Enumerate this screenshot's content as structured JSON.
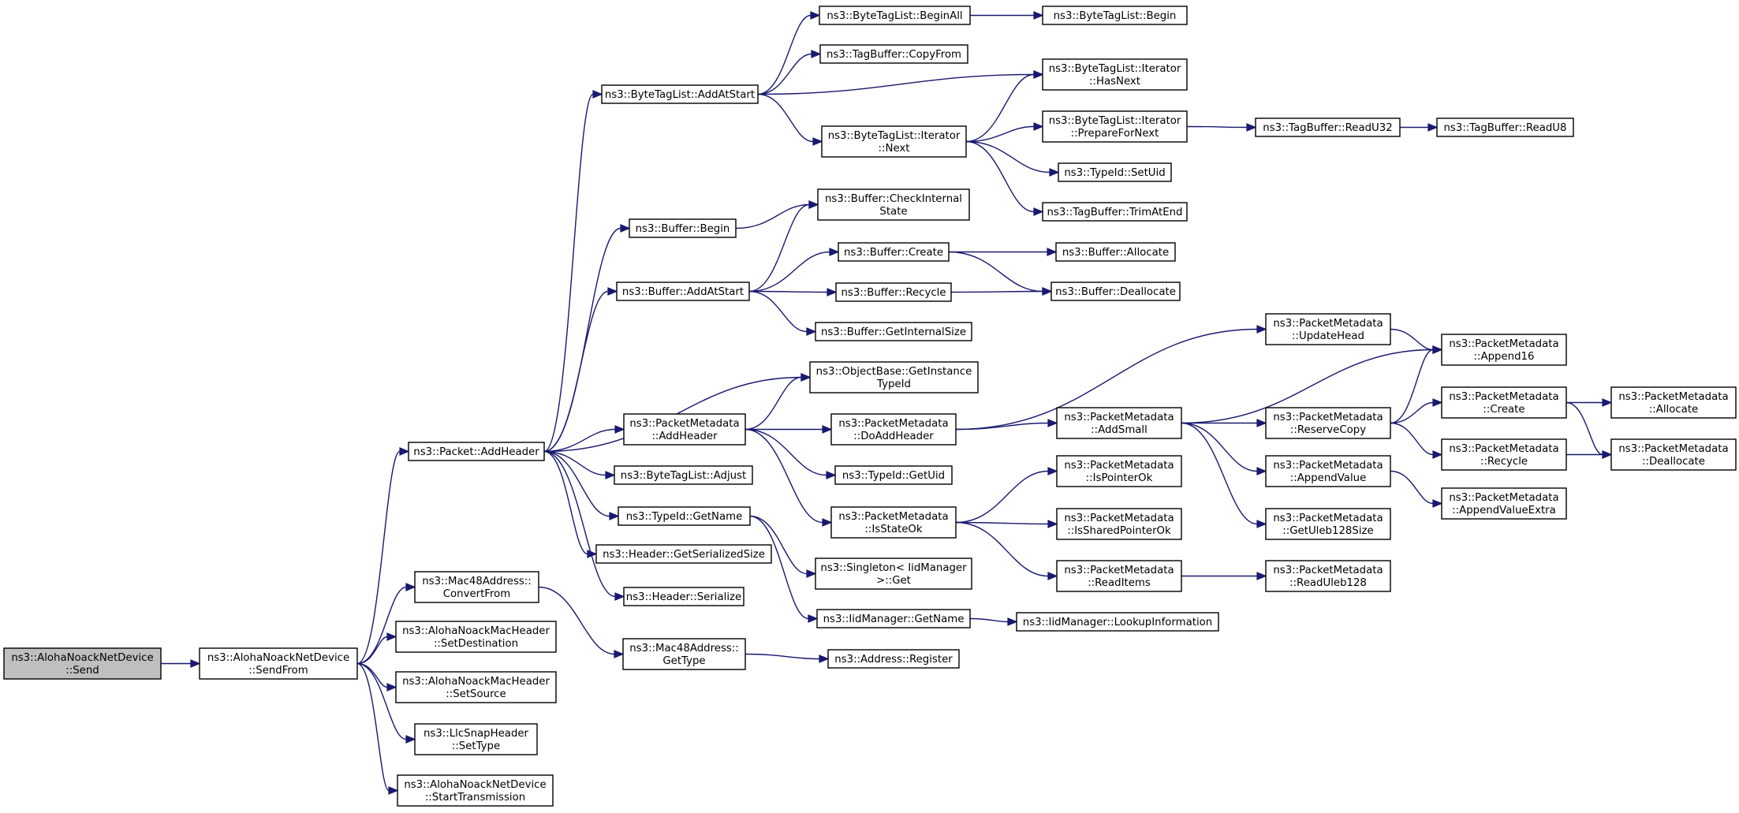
{
  "diagram": {
    "root": "send",
    "nodes": [
      {
        "id": "send",
        "lines": [
          "ns3::AlohaNoackNetDevice",
          "::Send"
        ],
        "root": true
      },
      {
        "id": "sendfrom",
        "lines": [
          "ns3::AlohaNoackNetDevice",
          "::SendFrom"
        ]
      },
      {
        "id": "addheader",
        "lines": [
          "ns3::Packet::AddHeader"
        ]
      },
      {
        "id": "convertfrom",
        "lines": [
          "ns3::Mac48Address::",
          "ConvertFrom"
        ]
      },
      {
        "id": "setdest",
        "lines": [
          "ns3::AlohaNoackMacHeader",
          "::SetDestination"
        ]
      },
      {
        "id": "setsource",
        "lines": [
          "ns3::AlohaNoackMacHeader",
          "::SetSource"
        ]
      },
      {
        "id": "settype",
        "lines": [
          "ns3::LlcSnapHeader",
          "::SetType"
        ]
      },
      {
        "id": "starttx",
        "lines": [
          "ns3::AlohaNoackNetDevice",
          "::StartTransmission"
        ]
      },
      {
        "id": "btl_addatstart",
        "lines": [
          "ns3::ByteTagList::AddAtStart"
        ]
      },
      {
        "id": "buf_begin",
        "lines": [
          "ns3::Buffer::Begin"
        ]
      },
      {
        "id": "buf_addatstart",
        "lines": [
          "ns3::Buffer::AddAtStart"
        ]
      },
      {
        "id": "pm_addheader",
        "lines": [
          "ns3::PacketMetadata",
          "::AddHeader"
        ]
      },
      {
        "id": "btl_adjust",
        "lines": [
          "ns3::ByteTagList::Adjust"
        ]
      },
      {
        "id": "typeid_getname",
        "lines": [
          "ns3::TypeId::GetName"
        ]
      },
      {
        "id": "hdr_getsersize",
        "lines": [
          "ns3::Header::GetSerializedSize"
        ]
      },
      {
        "id": "hdr_serialize",
        "lines": [
          "ns3::Header::Serialize"
        ]
      },
      {
        "id": "mac_gettype",
        "lines": [
          "ns3::Mac48Address::",
          "GetType"
        ]
      },
      {
        "id": "btl_beginall",
        "lines": [
          "ns3::ByteTagList::BeginAll"
        ]
      },
      {
        "id": "tb_copyfrom",
        "lines": [
          "ns3::TagBuffer::CopyFrom"
        ]
      },
      {
        "id": "btl_it_next",
        "lines": [
          "ns3::ByteTagList::Iterator",
          "::Next"
        ]
      },
      {
        "id": "buf_checkstate",
        "lines": [
          "ns3::Buffer::CheckInternal",
          "State"
        ]
      },
      {
        "id": "buf_create",
        "lines": [
          "ns3::Buffer::Create"
        ]
      },
      {
        "id": "buf_recycle",
        "lines": [
          "ns3::Buffer::Recycle"
        ]
      },
      {
        "id": "buf_getintsize",
        "lines": [
          "ns3::Buffer::GetInternalSize"
        ]
      },
      {
        "id": "ob_getinsttypeid",
        "lines": [
          "ns3::ObjectBase::GetInstance",
          "TypeId"
        ]
      },
      {
        "id": "pm_doaddheader",
        "lines": [
          "ns3::PacketMetadata",
          "::DoAddHeader"
        ]
      },
      {
        "id": "typeid_getuid",
        "lines": [
          "ns3::TypeId::GetUid"
        ]
      },
      {
        "id": "pm_isstateok",
        "lines": [
          "ns3::PacketMetadata",
          "::IsStateOk"
        ]
      },
      {
        "id": "singleton_get",
        "lines": [
          "ns3::Singleton< IidManager",
          " >::Get"
        ]
      },
      {
        "id": "iid_getname",
        "lines": [
          "ns3::IidManager::GetName"
        ]
      },
      {
        "id": "addr_register",
        "lines": [
          "ns3::Address::Register"
        ]
      },
      {
        "id": "btl_begin",
        "lines": [
          "ns3::ByteTagList::Begin"
        ]
      },
      {
        "id": "btl_it_hasnext",
        "lines": [
          "ns3::ByteTagList::Iterator",
          "::HasNext"
        ]
      },
      {
        "id": "btl_it_prepare",
        "lines": [
          "ns3::ByteTagList::Iterator",
          "::PrepareForNext"
        ]
      },
      {
        "id": "typeid_setuid",
        "lines": [
          "ns3::TypeId::SetUid"
        ]
      },
      {
        "id": "tb_trimatend",
        "lines": [
          "ns3::TagBuffer::TrimAtEnd"
        ]
      },
      {
        "id": "buf_allocate",
        "lines": [
          "ns3::Buffer::Allocate"
        ]
      },
      {
        "id": "buf_deallocate",
        "lines": [
          "ns3::Buffer::Deallocate"
        ]
      },
      {
        "id": "pm_updatehead",
        "lines": [
          "ns3::PacketMetadata",
          "::UpdateHead"
        ]
      },
      {
        "id": "pm_addsmall",
        "lines": [
          "ns3::PacketMetadata",
          "::AddSmall"
        ]
      },
      {
        "id": "pm_ispointerok",
        "lines": [
          "ns3::PacketMetadata",
          "::IsPointerOk"
        ]
      },
      {
        "id": "pm_issharedptrok",
        "lines": [
          "ns3::PacketMetadata",
          "::IsSharedPointerOk"
        ]
      },
      {
        "id": "pm_readitems",
        "lines": [
          "ns3::PacketMetadata",
          "::ReadItems"
        ]
      },
      {
        "id": "iid_lookupinfo",
        "lines": [
          "ns3::IidManager::LookupInformation"
        ]
      },
      {
        "id": "tb_readu32",
        "lines": [
          "ns3::TagBuffer::ReadU32"
        ]
      },
      {
        "id": "tb_readu8",
        "lines": [
          "ns3::TagBuffer::ReadU8"
        ]
      },
      {
        "id": "pm_reservecopy",
        "lines": [
          "ns3::PacketMetadata",
          "::ReserveCopy"
        ]
      },
      {
        "id": "pm_appendvalue",
        "lines": [
          "ns3::PacketMetadata",
          "::AppendValue"
        ]
      },
      {
        "id": "pm_getuleb128size",
        "lines": [
          "ns3::PacketMetadata",
          "::GetUleb128Size"
        ]
      },
      {
        "id": "pm_readuleb128",
        "lines": [
          "ns3::PacketMetadata",
          "::ReadUleb128"
        ]
      },
      {
        "id": "pm_append16",
        "lines": [
          "ns3::PacketMetadata",
          "::Append16"
        ]
      },
      {
        "id": "pm_create",
        "lines": [
          "ns3::PacketMetadata",
          "::Create"
        ]
      },
      {
        "id": "pm_recycle",
        "lines": [
          "ns3::PacketMetadata",
          "::Recycle"
        ]
      },
      {
        "id": "pm_appendvalueextra",
        "lines": [
          "ns3::PacketMetadata",
          "::AppendValueExtra"
        ]
      },
      {
        "id": "pm_allocate",
        "lines": [
          "ns3::PacketMetadata",
          "::Allocate"
        ]
      },
      {
        "id": "pm_deallocate",
        "lines": [
          "ns3::PacketMetadata",
          "::Deallocate"
        ]
      }
    ],
    "edges": [
      [
        "send",
        "sendfrom"
      ],
      [
        "sendfrom",
        "addheader"
      ],
      [
        "sendfrom",
        "convertfrom"
      ],
      [
        "sendfrom",
        "setdest"
      ],
      [
        "sendfrom",
        "setsource"
      ],
      [
        "sendfrom",
        "settype"
      ],
      [
        "sendfrom",
        "starttx"
      ],
      [
        "convertfrom",
        "mac_gettype"
      ],
      [
        "mac_gettype",
        "addr_register"
      ],
      [
        "addheader",
        "btl_addatstart"
      ],
      [
        "addheader",
        "buf_begin"
      ],
      [
        "addheader",
        "buf_addatstart"
      ],
      [
        "addheader",
        "ob_getinsttypeid"
      ],
      [
        "addheader",
        "pm_addheader"
      ],
      [
        "addheader",
        "btl_adjust"
      ],
      [
        "addheader",
        "typeid_getname"
      ],
      [
        "addheader",
        "hdr_getsersize"
      ],
      [
        "addheader",
        "hdr_serialize"
      ],
      [
        "btl_addatstart",
        "btl_beginall"
      ],
      [
        "btl_addatstart",
        "tb_copyfrom"
      ],
      [
        "btl_addatstart",
        "btl_it_hasnext"
      ],
      [
        "btl_addatstart",
        "btl_it_next"
      ],
      [
        "btl_beginall",
        "btl_begin"
      ],
      [
        "btl_it_next",
        "btl_it_hasnext"
      ],
      [
        "btl_it_next",
        "btl_it_prepare"
      ],
      [
        "btl_it_next",
        "typeid_setuid"
      ],
      [
        "btl_it_next",
        "tb_trimatend"
      ],
      [
        "btl_it_prepare",
        "tb_readu32"
      ],
      [
        "tb_readu32",
        "tb_readu8"
      ],
      [
        "buf_begin",
        "buf_checkstate"
      ],
      [
        "buf_addatstart",
        "buf_checkstate"
      ],
      [
        "buf_addatstart",
        "buf_create"
      ],
      [
        "buf_addatstart",
        "buf_recycle"
      ],
      [
        "buf_addatstart",
        "buf_getintsize"
      ],
      [
        "buf_create",
        "buf_allocate"
      ],
      [
        "buf_create",
        "buf_deallocate"
      ],
      [
        "buf_recycle",
        "buf_deallocate"
      ],
      [
        "pm_addheader",
        "ob_getinsttypeid"
      ],
      [
        "pm_addheader",
        "pm_doaddheader"
      ],
      [
        "pm_addheader",
        "typeid_getuid"
      ],
      [
        "pm_addheader",
        "pm_isstateok"
      ],
      [
        "pm_doaddheader",
        "pm_updatehead"
      ],
      [
        "pm_doaddheader",
        "pm_addsmall"
      ],
      [
        "pm_updatehead",
        "pm_append16"
      ],
      [
        "pm_addsmall",
        "pm_append16"
      ],
      [
        "pm_addsmall",
        "pm_reservecopy"
      ],
      [
        "pm_addsmall",
        "pm_appendvalue"
      ],
      [
        "pm_addsmall",
        "pm_getuleb128size"
      ],
      [
        "pm_reservecopy",
        "pm_append16"
      ],
      [
        "pm_reservecopy",
        "pm_create"
      ],
      [
        "pm_reservecopy",
        "pm_recycle"
      ],
      [
        "pm_create",
        "pm_allocate"
      ],
      [
        "pm_create",
        "pm_deallocate"
      ],
      [
        "pm_recycle",
        "pm_deallocate"
      ],
      [
        "pm_appendvalue",
        "pm_appendvalueextra"
      ],
      [
        "pm_isstateok",
        "pm_ispointerok"
      ],
      [
        "pm_isstateok",
        "pm_issharedptrok"
      ],
      [
        "pm_isstateok",
        "pm_readitems"
      ],
      [
        "pm_readitems",
        "pm_readuleb128"
      ],
      [
        "typeid_getname",
        "singleton_get"
      ],
      [
        "typeid_getname",
        "iid_getname"
      ],
      [
        "iid_getname",
        "iid_lookupinfo"
      ]
    ]
  }
}
